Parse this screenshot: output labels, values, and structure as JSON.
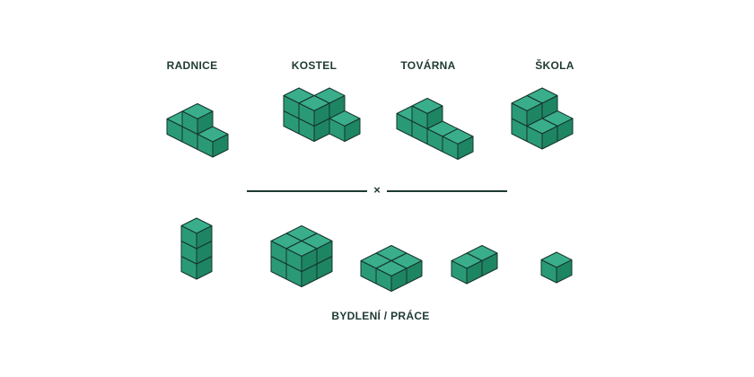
{
  "labels": {
    "radnice": "RADNICE",
    "kostel": "KOSTEL",
    "tovarna": "TOVÁRNA",
    "skola": "ŠKOLA",
    "bottom": "BYDLENÍ / PRÁCE"
  },
  "divider": {
    "symbol": "×"
  },
  "colors": {
    "cube_top": "#3aae8b",
    "cube_left": "#2a9a76",
    "cube_right": "#1e8563",
    "edge": "#15342c",
    "text": "#1e3a33"
  }
}
